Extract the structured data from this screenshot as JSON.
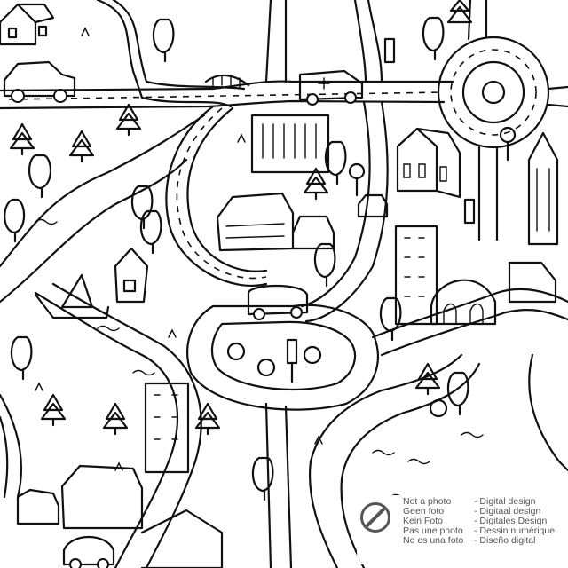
{
  "image": {
    "subject": "black-and-white hand-drawn city map",
    "ink_color": "#111111",
    "background_color": "#ffffff"
  },
  "badge": {
    "icon": "no-photo-icon",
    "lines": [
      {
        "left": "Not a photo",
        "right": "- Digital design"
      },
      {
        "left": "Geen foto",
        "right": "- Digitaal design"
      },
      {
        "left": "Kein Foto",
        "right": "- Digitales Design"
      },
      {
        "left": "Pas une photo",
        "right": "- Dessin numérique"
      },
      {
        "left": "No es una foto",
        "right": "- Diseño digital"
      }
    ]
  }
}
